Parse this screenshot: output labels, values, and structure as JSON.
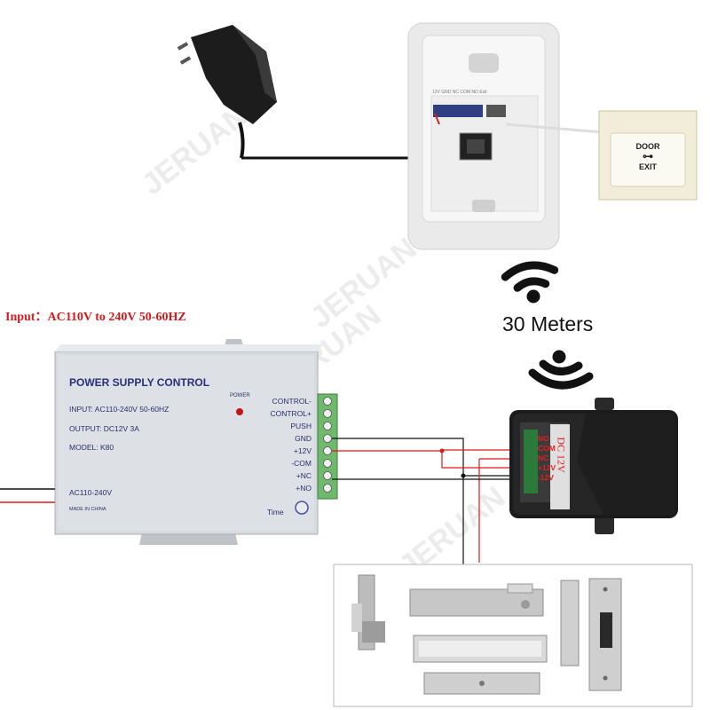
{
  "input_label": "Input：AC110V to 240V 50-60HZ",
  "distance_label": "30 Meters",
  "watermark": "JERUAN",
  "door_exit_button": {
    "line1": "DOOR",
    "line2": "EXIT"
  },
  "power_supply": {
    "title": "POWER SUPPLY CONTROL",
    "input": "INPUT: AC110-240V  50-60HZ",
    "output": "OUTPUT:  DC12V  3A",
    "model": "MODEL:  K80",
    "power_led_label": "POWER",
    "ac_label": "AC110-240V",
    "made_in": "MADE IN CHINA",
    "time_label": "Time",
    "terminals": [
      "CONTROL-",
      "CONTROL+",
      "PUSH",
      "GND",
      "+12V",
      "-COM",
      "+NC",
      "+NO"
    ]
  },
  "receiver": {
    "terminals": [
      "NO",
      "COM",
      "NC",
      "+12V",
      "-12V"
    ],
    "dc_label": "DC 12V"
  },
  "doorbell_terminal_strip": "12V  GND  NC  COM  NO  Exit",
  "colors": {
    "red_wire": "#e01818",
    "black_wire": "#111111",
    "label_red": "#d21c1c"
  }
}
